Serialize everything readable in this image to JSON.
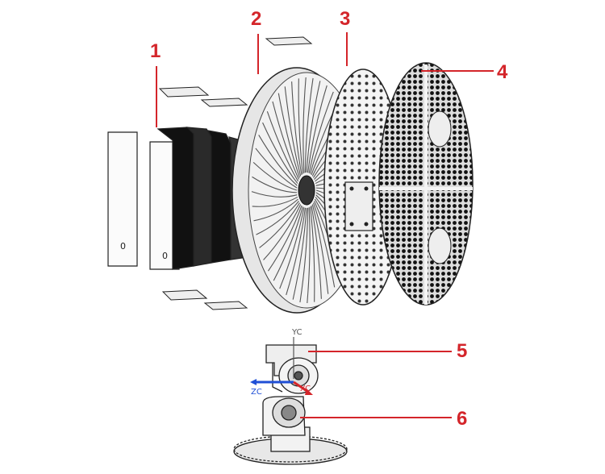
{
  "callouts": [
    {
      "id": "1",
      "label": "1"
    },
    {
      "id": "2",
      "label": "2"
    },
    {
      "id": "3",
      "label": "3"
    },
    {
      "id": "4",
      "label": "4"
    },
    {
      "id": "5",
      "label": "5"
    },
    {
      "id": "6",
      "label": "6"
    }
  ],
  "axes": {
    "yc": "YC",
    "zc": "ZC",
    "xc": "XC"
  },
  "part_marks": {
    "plate_left": "0",
    "plate_right": "0"
  },
  "colors": {
    "callout": "#d4252a",
    "line": "#222222",
    "axis_z": "#1f4fd6",
    "axis_x": "#d4252a",
    "axis_y": "#555555"
  }
}
